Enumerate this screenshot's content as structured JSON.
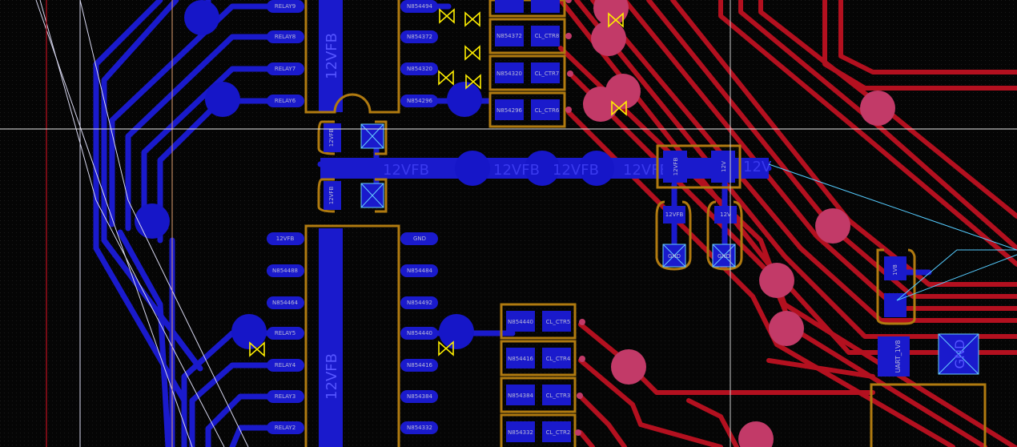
{
  "colors": {
    "background": "#050505",
    "blue_trace": "#1a1acc",
    "blue_pad": "#1616c8",
    "red_trace": "#b3101f",
    "via": "#c23a68",
    "outline": "#b07a10",
    "drc": "#ffee00",
    "crosshair": "#ffffff"
  },
  "pin_labels_left_top": [
    "RELAY9",
    "RELAY8",
    "RELAY7",
    "RELAY6"
  ],
  "pin_labels_right_top": [
    "N854494",
    "N854372",
    "N854320",
    "N854296"
  ],
  "pin_labels_left_bottom": [
    "12VFB",
    "N854488",
    "N854464",
    "RELAY5",
    "RELAY4",
    "RELAY3",
    "RELAY2"
  ],
  "pin_labels_right_bottom": [
    "GND",
    "N854484",
    "N854492",
    "N854440",
    "N854416",
    "N854384",
    "N854332"
  ],
  "resistors_top": [
    {
      "net": "N854372",
      "name": "CL_CTR8"
    },
    {
      "net": "N854320",
      "name": "CL_CTR7"
    },
    {
      "net": "N854296",
      "name": "CL_CTR6"
    }
  ],
  "resistors_bottom": [
    {
      "net": "N854440",
      "name": "CL_CTR5"
    },
    {
      "net": "N854416",
      "name": "CL_CTR4"
    },
    {
      "net": "N854384",
      "name": "CL_CTR3"
    },
    {
      "net": "N854332",
      "name": "CL_CTR2"
    }
  ],
  "net_labels": {
    "ic_top_vertical": "12VFB",
    "ic_bottom_vertical": "12VFB",
    "bus_1": "12VFB",
    "bus_2": "12VFB",
    "bus_3": "12VFB",
    "bus_4": "12VFB",
    "bus_12v": "12V",
    "cap_a": "12VFB",
    "cap_b": "12VFB",
    "cap_c_left": "12VFB",
    "cap_c_right": "12V",
    "cap_d_top": "12VFB",
    "cap_d_bottom": "GND",
    "cap_e_top": "12V",
    "cap_e_bottom": "GND",
    "cap_f_top": "1V8",
    "label_uart": "UART_1V8",
    "gnd_pad": "GND"
  }
}
